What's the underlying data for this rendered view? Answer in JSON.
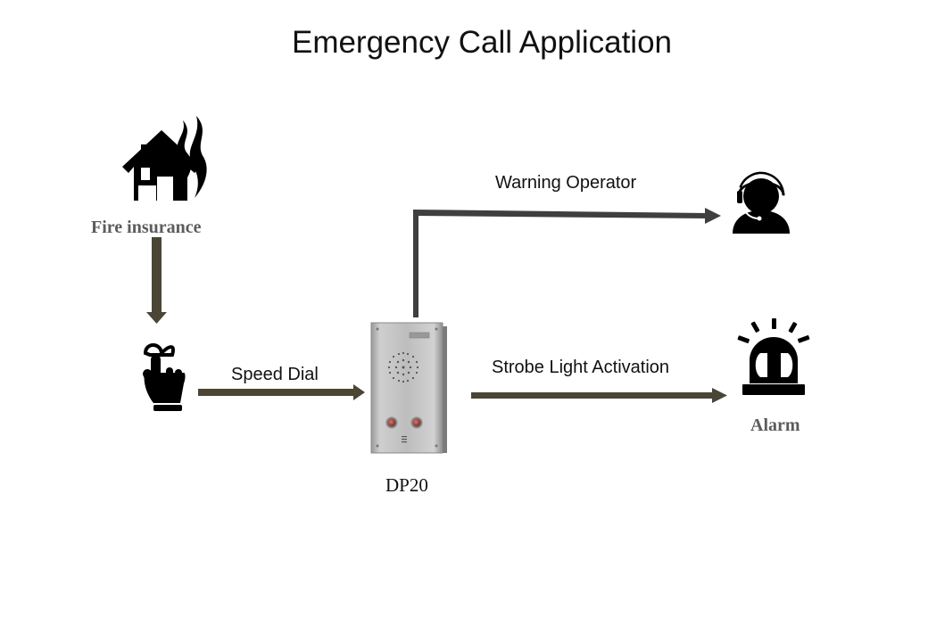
{
  "title": "Emergency Call Application",
  "nodes": {
    "fire": {
      "label": "Fire insurance",
      "icon": "burning-house-icon"
    },
    "button": {
      "icon": "finger-press-icon"
    },
    "device": {
      "label": "DP20",
      "icon": "intercom-panel-icon"
    },
    "operator": {
      "icon": "operator-headset-icon"
    },
    "alarm": {
      "label": "Alarm",
      "icon": "siren-alarm-icon"
    }
  },
  "edges": {
    "speed_dial": "Speed Dial",
    "warning": "Warning Operator",
    "strobe": "Strobe Light Activation"
  },
  "colors": {
    "arrow_brown": "#4a4535",
    "arrow_gray": "#3f3f3f",
    "icon": "#000000",
    "panel": "#b8b8b8"
  }
}
